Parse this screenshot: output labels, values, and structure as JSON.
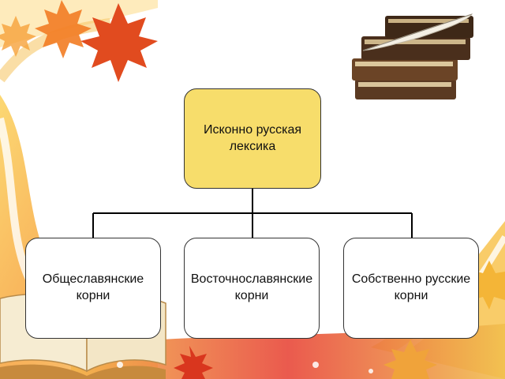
{
  "diagram": {
    "root": {
      "label": "Исконно русская\nлексика"
    },
    "children": [
      {
        "label": "Общеславянские\nкорни"
      },
      {
        "label": "Восточнославянские\nкорни"
      },
      {
        "label": "Собственно русские\nкорни"
      }
    ]
  },
  "colors": {
    "root_fill": "#f7dd6b",
    "child_fill": "#ffffff",
    "border": "#333333",
    "autumn_orange": "#f39a3a",
    "autumn_red": "#d9361e"
  },
  "decorations": {
    "top_left": "maple-leaves",
    "top_right": "old-books-with-quill",
    "bottom": "open-book-and-autumn-leaves"
  }
}
